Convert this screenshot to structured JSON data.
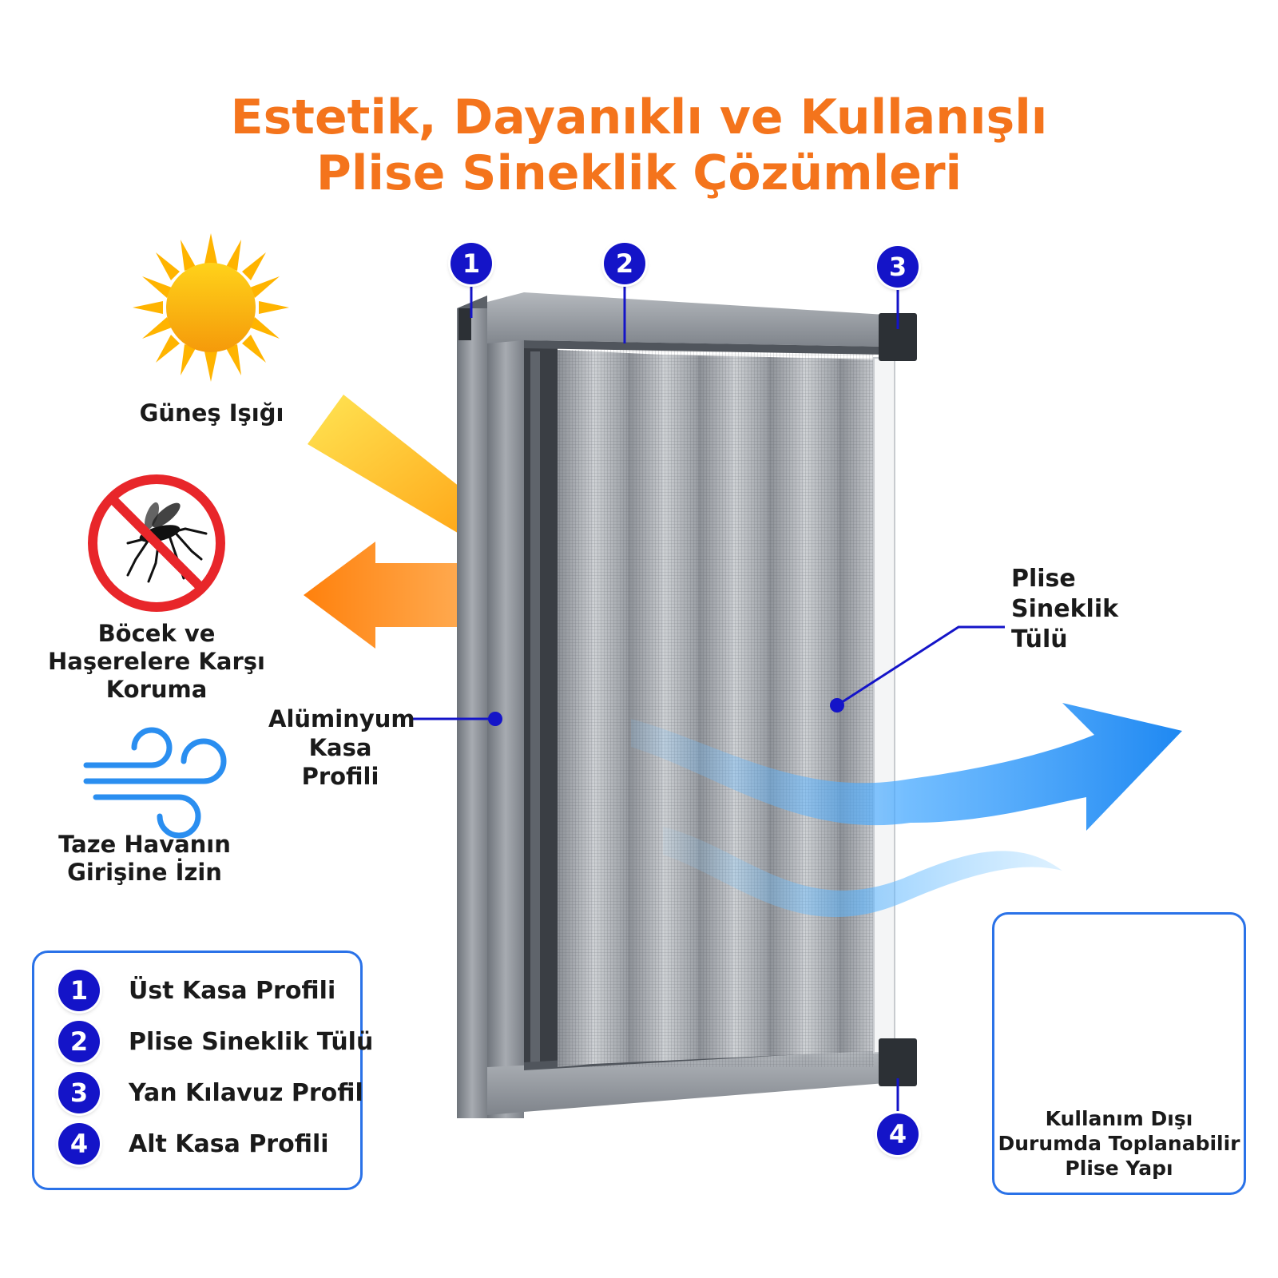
{
  "title": {
    "line1": "Estetik, Dayanıklı ve Kullanışlı",
    "line2": "Plise Sineklik Çözümleri"
  },
  "features": [
    {
      "icon": "sun-icon",
      "lines": [
        "Güneş Işığı"
      ]
    },
    {
      "icon": "no-mosquito-icon",
      "lines": [
        "Böcek ve",
        "Haşerelere Karşı",
        "Koruma"
      ]
    },
    {
      "icon": "wind-icon",
      "lines": [
        "Taze Havanın",
        "Girişine İzin"
      ]
    }
  ],
  "callouts": {
    "frame": [
      "Alüminyum",
      "Kasa Profili"
    ],
    "mesh": [
      "Plise",
      "Sineklik",
      "Tülü"
    ]
  },
  "badges": [
    "1",
    "2",
    "3",
    "4"
  ],
  "legend": [
    {
      "number": "1",
      "label": "Üst Kasa Profili"
    },
    {
      "number": "2",
      "label": "Plise Sineklik Tülü"
    },
    {
      "number": "3",
      "label": "Yan Kılavuz Profil"
    },
    {
      "number": "4",
      "label": "Alt Kasa Profili"
    }
  ],
  "folded": {
    "lines": [
      "Kullanım Dışı",
      "Durumda Toplanabilir",
      "Plise Yapı"
    ]
  },
  "colors": {
    "title_orange": "#f4741c",
    "badge_blue": "#1414c8",
    "box_border": "#2a72e8",
    "frame_gray": "#8e9298",
    "air_blue": "#2a8ef0"
  }
}
